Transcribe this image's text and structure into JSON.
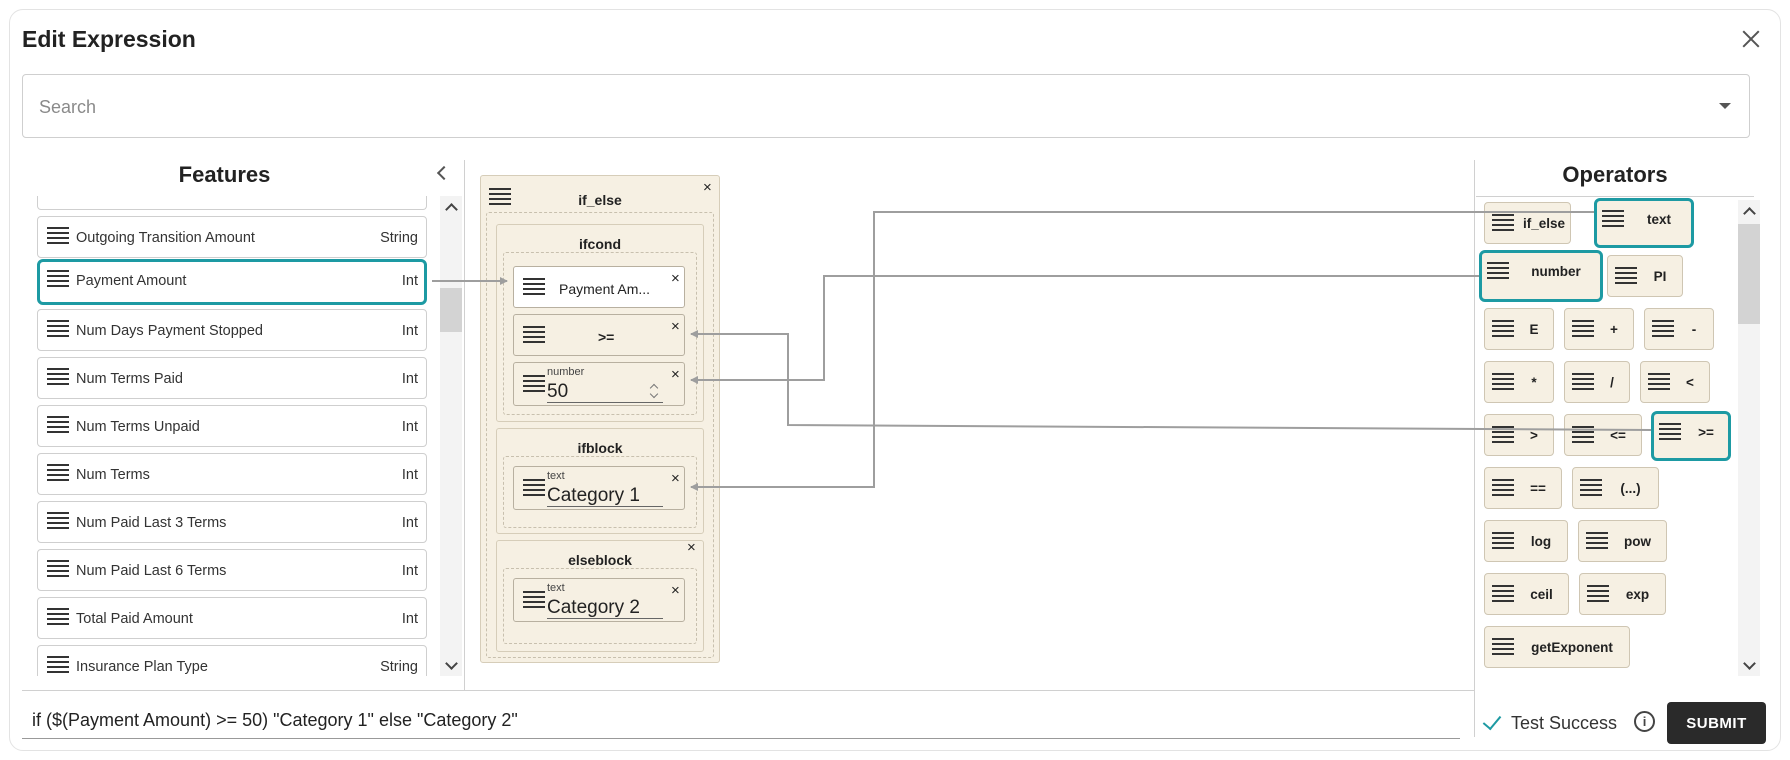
{
  "dialog": {
    "title": "Edit Expression"
  },
  "search": {
    "placeholder": "Search"
  },
  "features": {
    "heading": "Features",
    "items": [
      {
        "name": "",
        "type": "",
        "partial": true
      },
      {
        "name": "Outgoing Transition Amount",
        "type": "String"
      },
      {
        "name": "Payment Amount",
        "type": "Int",
        "selected": true
      },
      {
        "name": "Num Days Payment Stopped",
        "type": "Int"
      },
      {
        "name": "Num Terms Paid",
        "type": "Int"
      },
      {
        "name": "Num Terms Unpaid",
        "type": "Int"
      },
      {
        "name": "Num Terms",
        "type": "Int"
      },
      {
        "name": "Num Paid Last 3 Terms",
        "type": "Int"
      },
      {
        "name": "Num Paid Last 6 Terms",
        "type": "Int"
      },
      {
        "name": "Total Paid Amount",
        "type": "Int"
      },
      {
        "name": "Insurance Plan Type",
        "type": "String"
      }
    ]
  },
  "canvas": {
    "root": "if_else",
    "ifcond": {
      "title": "ifcond",
      "feature": "Payment Am...",
      "operator": ">=",
      "number_caption": "number",
      "number_value": "50"
    },
    "ifblock": {
      "title": "ifblock",
      "text_caption": "text",
      "text_value": "Category 1"
    },
    "elseblock": {
      "title": "elseblock",
      "text_caption": "text",
      "text_value": "Category 2"
    },
    "close_glyph": "×"
  },
  "operators": {
    "heading": "Operators",
    "items": [
      {
        "label": "if_else"
      },
      {
        "label": "text",
        "selected": true
      },
      {
        "label": "number",
        "selected": true
      },
      {
        "label": "PI"
      },
      {
        "label": "E"
      },
      {
        "label": "+"
      },
      {
        "label": "-"
      },
      {
        "label": "*"
      },
      {
        "label": "/"
      },
      {
        "label": "<"
      },
      {
        "label": ">"
      },
      {
        "label": "<="
      },
      {
        "label": ">=",
        "selected": true
      },
      {
        "label": "=="
      },
      {
        "label": "(...)"
      },
      {
        "label": "log"
      },
      {
        "label": "pow"
      },
      {
        "label": "ceil"
      },
      {
        "label": "exp"
      },
      {
        "label": "getExponent"
      }
    ]
  },
  "expression": {
    "text": "if ($(Payment Amount) >= 50) \"Category 1\" else \"Category 2\""
  },
  "status": {
    "test_label": "Test Success",
    "info_glyph": "i"
  },
  "actions": {
    "submit_label": "SUBMIT"
  },
  "colors": {
    "accent": "#1d9aa3",
    "block_bg": "#f6f0e3",
    "connector": "#9e9e9e",
    "submit_bg": "#2a2a2a"
  },
  "icons": {
    "drag": "drag-handle-icon",
    "close": "close-icon",
    "collapse": "chevron-left-icon",
    "status": "check-icon",
    "info": "info-icon"
  }
}
